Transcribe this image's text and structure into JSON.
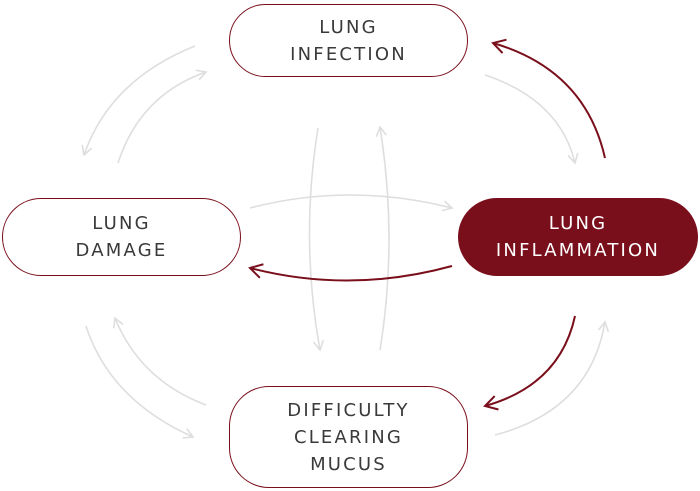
{
  "colors": {
    "accent": "#7a0f1c",
    "faint_arrow": "#dedede",
    "text": "#3a3a3a",
    "background": "#ffffff"
  },
  "nodes": {
    "infection": {
      "line1": "LUNG",
      "line2": "INFECTION"
    },
    "damage": {
      "line1": "LUNG",
      "line2": "DAMAGE"
    },
    "inflammation": {
      "line1": "LUNG",
      "line2": "INFLAMMATION"
    },
    "mucus": {
      "line1": "DIFFICULTY",
      "line2": "CLEARING",
      "line3": "MUCUS"
    }
  },
  "highlighted_cycle": [
    "infection",
    "inflammation",
    "mucus",
    "inflammation",
    "damage"
  ]
}
